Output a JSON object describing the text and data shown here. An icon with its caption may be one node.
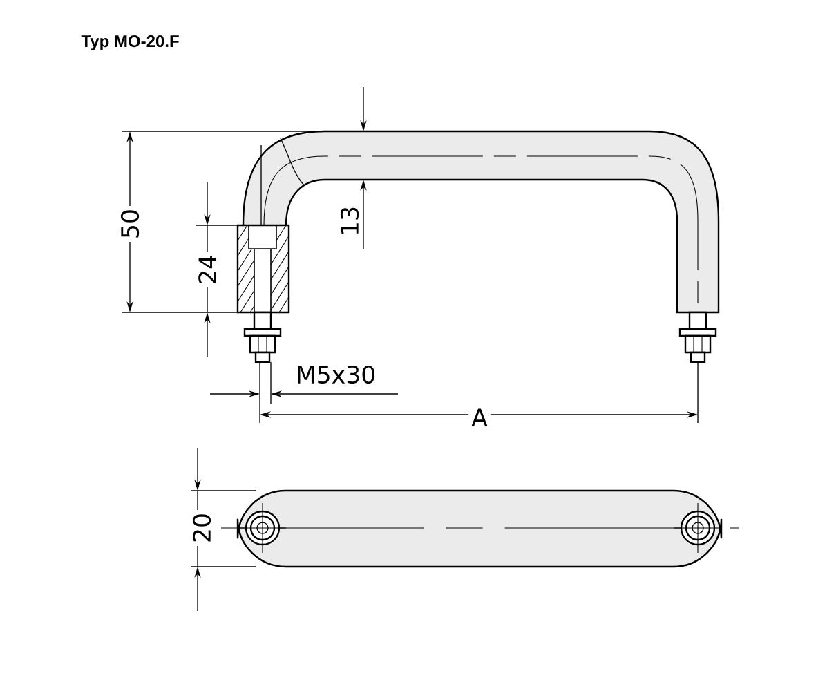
{
  "diagram": {
    "title": "Typ MO-20.F",
    "labels": [
      "50",
      "24",
      "13",
      "M5x30",
      "A",
      "20"
    ]
  }
}
